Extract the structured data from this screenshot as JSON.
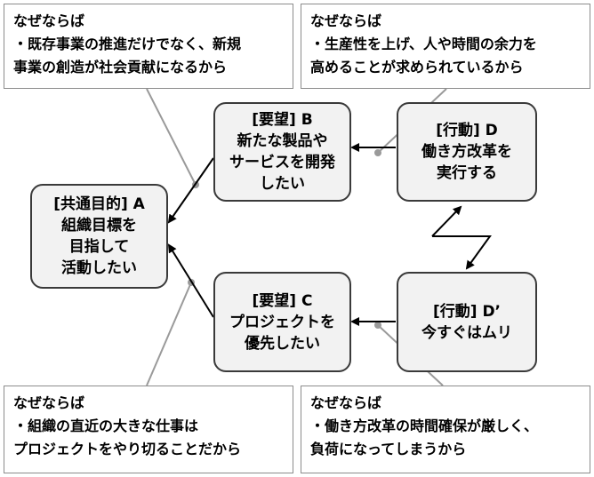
{
  "colors": {
    "node_fill": "#f2f2f2",
    "node_border": "#3a3a3a",
    "reason_border": "#8c8c8c",
    "connector": "#9a9a9a",
    "arrow": "#000000"
  },
  "nodes": {
    "goal_a": [
      "[共通目的] A",
      "組織目標を",
      "目指して",
      "活動したい"
    ],
    "want_b": [
      "[要望] B",
      "新たな製品や",
      "サービスを開発",
      "したい"
    ],
    "want_c": [
      "[要望] C",
      "プロジェクトを",
      "優先したい"
    ],
    "action_d": [
      "[行動] D",
      "働き方改革を",
      "実行する"
    ],
    "action_d2": [
      "[行動] D’",
      "今すぐはムリ"
    ]
  },
  "reasons": {
    "top_left": [
      "なぜならば",
      "・既存事業の推進だけでなく、新規",
      "事業の創造が社会貢献になるから"
    ],
    "top_right": [
      "なぜならば",
      "・生産性を上げ、人や時間の余力を",
      "高めることが求められているから"
    ],
    "bottom_left": [
      "なぜならば",
      "・組織の直近の大きな仕事は",
      "プロジェクトをやり切ることだから"
    ],
    "bottom_right": [
      "なぜならば",
      "・働き方改革の時間確保が厳しく、",
      "負荷になってしまうから"
    ]
  }
}
